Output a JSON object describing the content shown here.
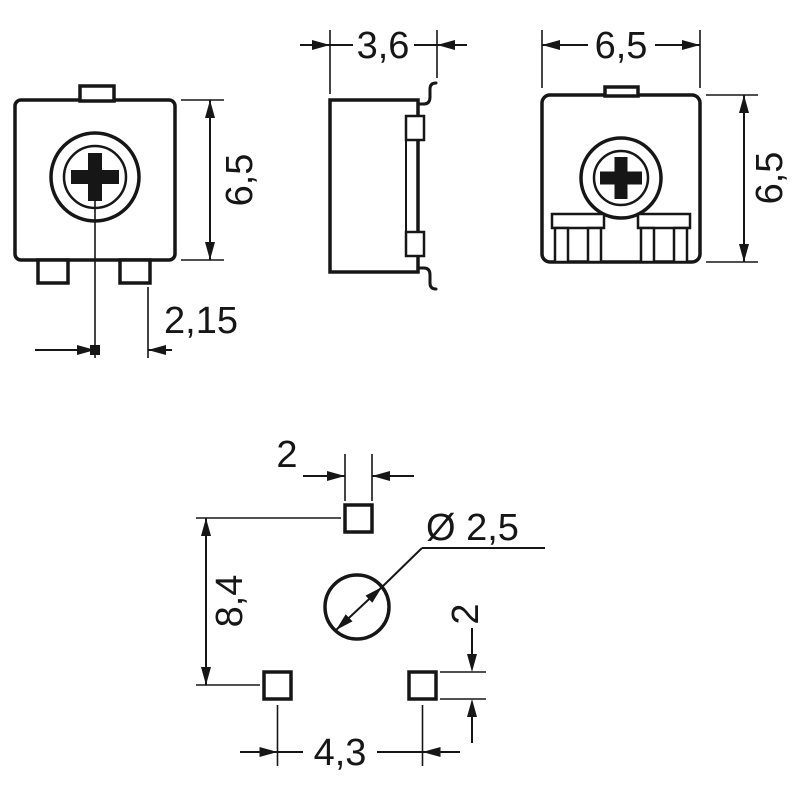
{
  "views": {
    "front": {
      "height": "6,5",
      "terminal_offset": "2,15"
    },
    "side": {
      "depth": "3,6"
    },
    "rear": {
      "width": "6,5",
      "height": "6,5"
    },
    "land_pattern": {
      "pad_width": "2",
      "hole_diameter": "Ø 2,5",
      "vertical_pitch": "8,4",
      "pad_height": "2",
      "horizontal_pitch": "4,3"
    }
  },
  "colors": {
    "line": "#161616",
    "background": "#ffffff"
  }
}
